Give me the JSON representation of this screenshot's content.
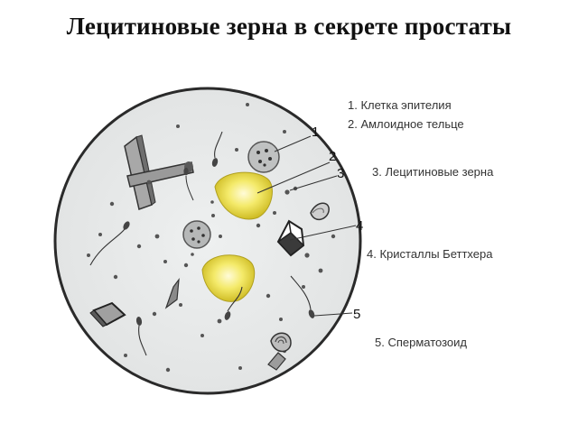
{
  "title": "Лецитиновые зерна в секрете простаты",
  "callouts": [
    "1",
    "2",
    "3",
    "4",
    "5"
  ],
  "legend": [
    "1. Клетка эпителия",
    "2. Амлоидное тельце",
    "3. Лецитиновые зерна",
    "4. Кристаллы Беттхера",
    "5. Сперматозоид"
  ],
  "colors": {
    "background": "#ffffff",
    "field": "#e8eaea",
    "outline": "#222222",
    "amyloid": "#f0e64a",
    "text": "#111111"
  }
}
